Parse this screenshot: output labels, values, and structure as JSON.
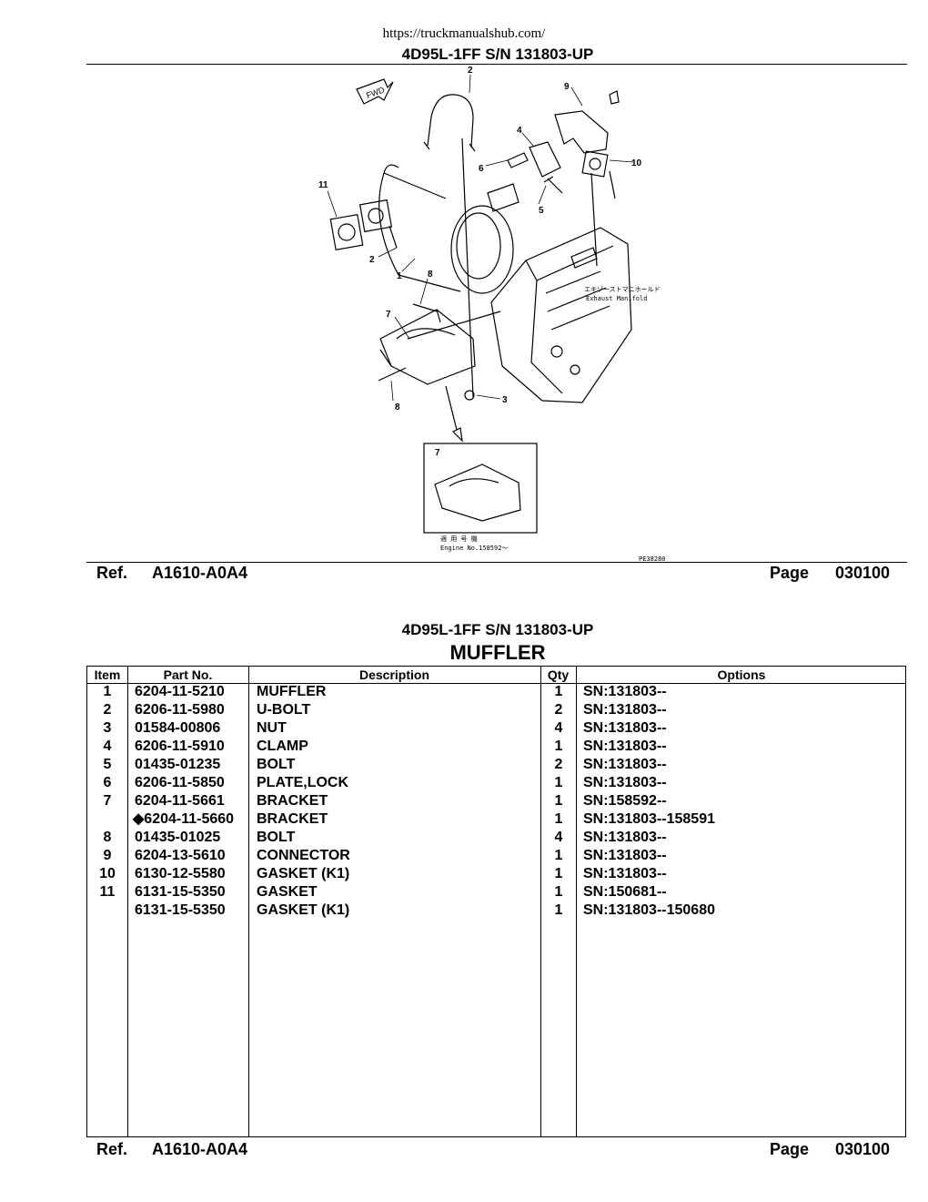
{
  "header": {
    "url": "https://truckmanualshub.com/",
    "model_title": "4D95L-1FF S/N 131803-UP"
  },
  "diagram": {
    "fwd_label": "FWD",
    "callouts": [
      "2",
      "9",
      "4",
      "6",
      "10",
      "11",
      "5",
      "2",
      "1",
      "8",
      "7",
      "8",
      "3",
      "7"
    ],
    "jp_label": "エキゾーストマニホールド",
    "exhaust_label": "Exhaust Manifold",
    "inset_jp": "適 用 号 機",
    "inset_engine": "Engine No.158592〜",
    "code": "PE38280"
  },
  "footer_top": {
    "ref_label": "Ref.",
    "ref_value": "A1610-A0A4",
    "page_label": "Page",
    "page_value": "030100"
  },
  "section": {
    "model_title": "4D95L-1FF S/N 131803-UP",
    "name": "MUFFLER"
  },
  "table": {
    "headers": {
      "item": "Item",
      "part": "Part No.",
      "desc": "Description",
      "qty": "Qty",
      "opt": "Options"
    },
    "rows": [
      {
        "item": "1",
        "part": "6204-11-5210",
        "desc": "MUFFLER",
        "qty": "1",
        "opt": "SN:131803--"
      },
      {
        "item": "2",
        "part": "6206-11-5980",
        "desc": "U-BOLT",
        "qty": "2",
        "opt": "SN:131803--"
      },
      {
        "item": "3",
        "part": "01584-00806",
        "desc": "NUT",
        "qty": "4",
        "opt": "SN:131803--"
      },
      {
        "item": "4",
        "part": "6206-11-5910",
        "desc": "CLAMP",
        "qty": "1",
        "opt": "SN:131803--"
      },
      {
        "item": "5",
        "part": "01435-01235",
        "desc": "BOLT",
        "qty": "2",
        "opt": "SN:131803--"
      },
      {
        "item": "6",
        "part": "6206-11-5850",
        "desc": "PLATE,LOCK",
        "qty": "1",
        "opt": "SN:131803--"
      },
      {
        "item": "7",
        "part": "6204-11-5661",
        "desc": "BRACKET",
        "qty": "1",
        "opt": "SN:158592--"
      },
      {
        "item": "",
        "part": "◆6204-11-5660",
        "desc": "BRACKET",
        "qty": "1",
        "opt": "SN:131803--158591"
      },
      {
        "item": "8",
        "part": "01435-01025",
        "desc": "BOLT",
        "qty": "4",
        "opt": "SN:131803--"
      },
      {
        "item": "9",
        "part": "6204-13-5610",
        "desc": "CONNECTOR",
        "qty": "1",
        "opt": "SN:131803--"
      },
      {
        "item": "10",
        "part": "6130-12-5580",
        "desc": "GASKET (K1)",
        "qty": "1",
        "opt": "SN:131803--"
      },
      {
        "item": "11",
        "part": "6131-15-5350",
        "desc": "GASKET",
        "qty": "1",
        "opt": "SN:150681--"
      },
      {
        "item": "",
        "part": "6131-15-5350",
        "desc": "GASKET (K1)",
        "qty": "1",
        "opt": "SN:131803--150680"
      }
    ]
  },
  "footer_bottom": {
    "ref_label": "Ref.",
    "ref_value": "A1610-A0A4",
    "page_label": "Page",
    "page_value": "030100"
  }
}
